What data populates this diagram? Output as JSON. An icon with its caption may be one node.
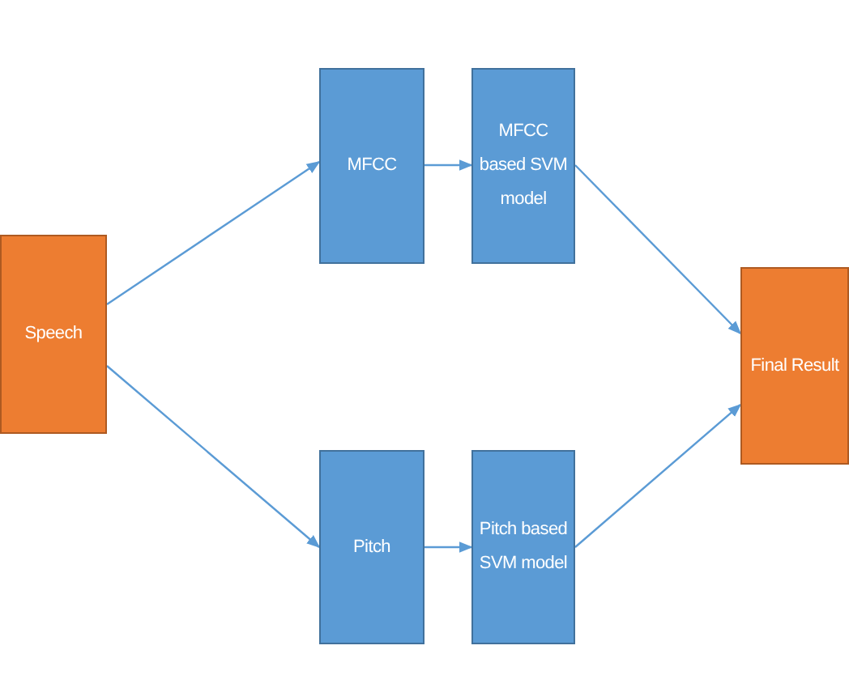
{
  "diagram": {
    "nodes": [
      {
        "text": [
          "Speech"
        ]
      },
      {
        "text": [
          "MFCC"
        ]
      },
      {
        "text": [
          "MFCC based SVM model"
        ]
      },
      {
        "text": [
          "Pitch"
        ]
      },
      {
        "text": [
          "Pitch based SVM model"
        ]
      },
      {
        "text": [
          "Final Result"
        ]
      }
    ],
    "edges": [
      {
        "from": 0,
        "to": 1,
        "arrow": "to"
      },
      {
        "from": 0,
        "to": 3,
        "arrow": "to"
      },
      {
        "from": 1,
        "to": 2,
        "arrow": "to"
      },
      {
        "from": 3,
        "to": 4,
        "arrow": "to"
      },
      {
        "from": 2,
        "to": 5,
        "arrow": "to"
      },
      {
        "from": 4,
        "to": 5,
        "arrow": "to"
      }
    ]
  }
}
